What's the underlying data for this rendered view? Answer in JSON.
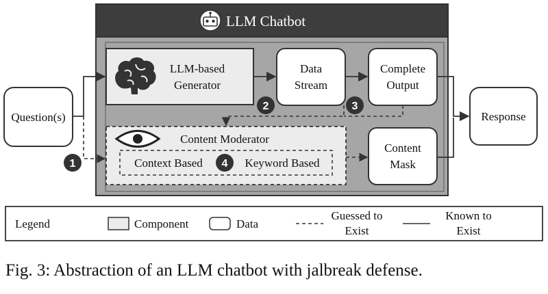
{
  "header": {
    "title": "LLM Chatbot",
    "icon": "robot-icon"
  },
  "nodes": {
    "question": "Question(s)",
    "generator": [
      "LLM-based",
      "Generator"
    ],
    "data_stream": [
      "Data",
      "Stream"
    ],
    "complete_output": [
      "Complete",
      "Output"
    ],
    "response": "Response",
    "content_moderator": "Content Moderator",
    "context_based": "Context Based",
    "keyword_based": "Keyword Based",
    "content_mask": [
      "Content",
      "Mask"
    ]
  },
  "markers": [
    "1",
    "2",
    "3",
    "4"
  ],
  "legend": {
    "title": "Legend",
    "component": "Component",
    "data": "Data",
    "guessed": [
      "Guessed to",
      "Exist"
    ],
    "known": [
      "Known to",
      "Exist"
    ]
  },
  "caption": "Fig. 3: Abstraction of an LLM chatbot with jalbreak defense.",
  "colors": {
    "header_bg": "#3d3d3d",
    "container_bg": "#a6a6a6",
    "component_fill": "#ececec",
    "data_fill": "#ffffff",
    "marker_fill": "#333333"
  }
}
